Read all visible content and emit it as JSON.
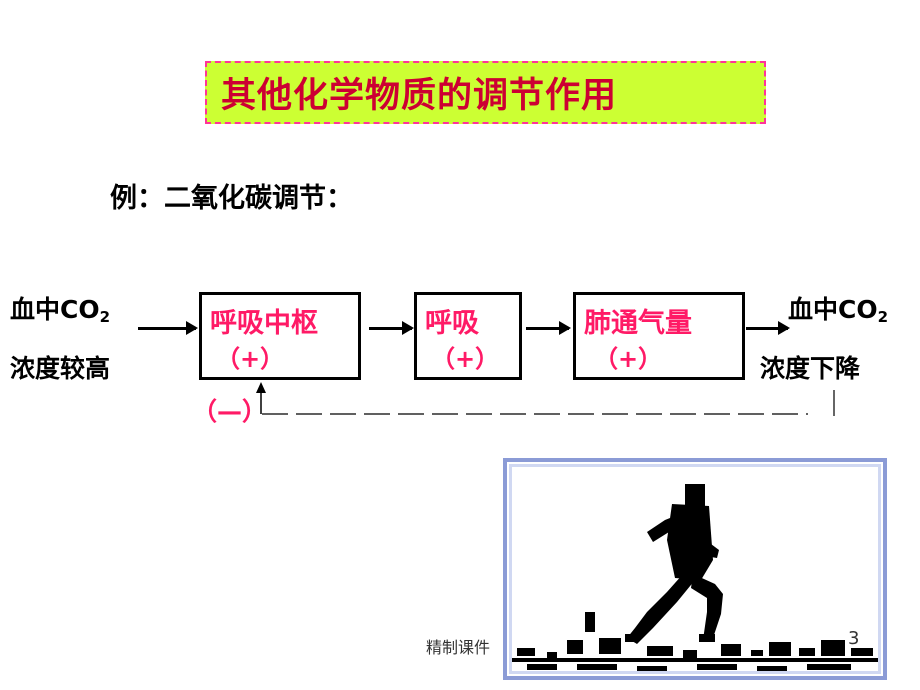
{
  "title": "其他化学物质的调节作用",
  "example": "例：二氧化碳调节：",
  "left_label": {
    "line1_prefix": "血中CO",
    "line1_sub": "2",
    "line2": "浓度较高"
  },
  "boxes": [
    {
      "label": "呼吸中枢",
      "sign": "（+）"
    },
    {
      "label": "呼吸",
      "sign": "（+）"
    },
    {
      "label": "肺通气量",
      "sign": "（+）"
    }
  ],
  "right_label": {
    "line1_prefix": "血中CO",
    "line1_sub": "2",
    "line2": "浓度下降"
  },
  "feedback_sign": "（—）",
  "footer": "精制课件",
  "page_number": "3",
  "colors": {
    "title_bg": "#ccff33",
    "title_text": "#cc0033",
    "title_border": "#ff3399",
    "accent": "#ff1a66",
    "frame": "#8b9bd6"
  },
  "illustration": {
    "icon": "running-man-icon"
  }
}
